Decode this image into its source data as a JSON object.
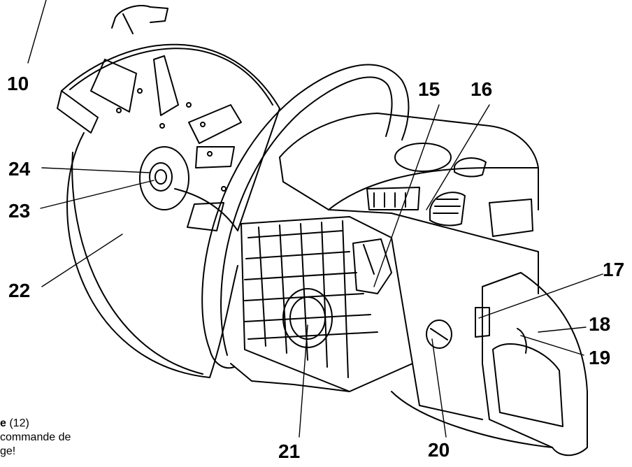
{
  "callouts": {
    "c10": "10",
    "c15": "15",
    "c16": "16",
    "c17": "17",
    "c18": "18",
    "c19": "19",
    "c20": "20",
    "c21": "21",
    "c22": "22",
    "c23": "23",
    "c24": "24"
  },
  "note": {
    "line1_bold": "e",
    "line1_rest": " (12)",
    "line2": "commande de",
    "line3": "ge!"
  },
  "colors": {
    "ink": "#000000",
    "paper": "#ffffff"
  }
}
